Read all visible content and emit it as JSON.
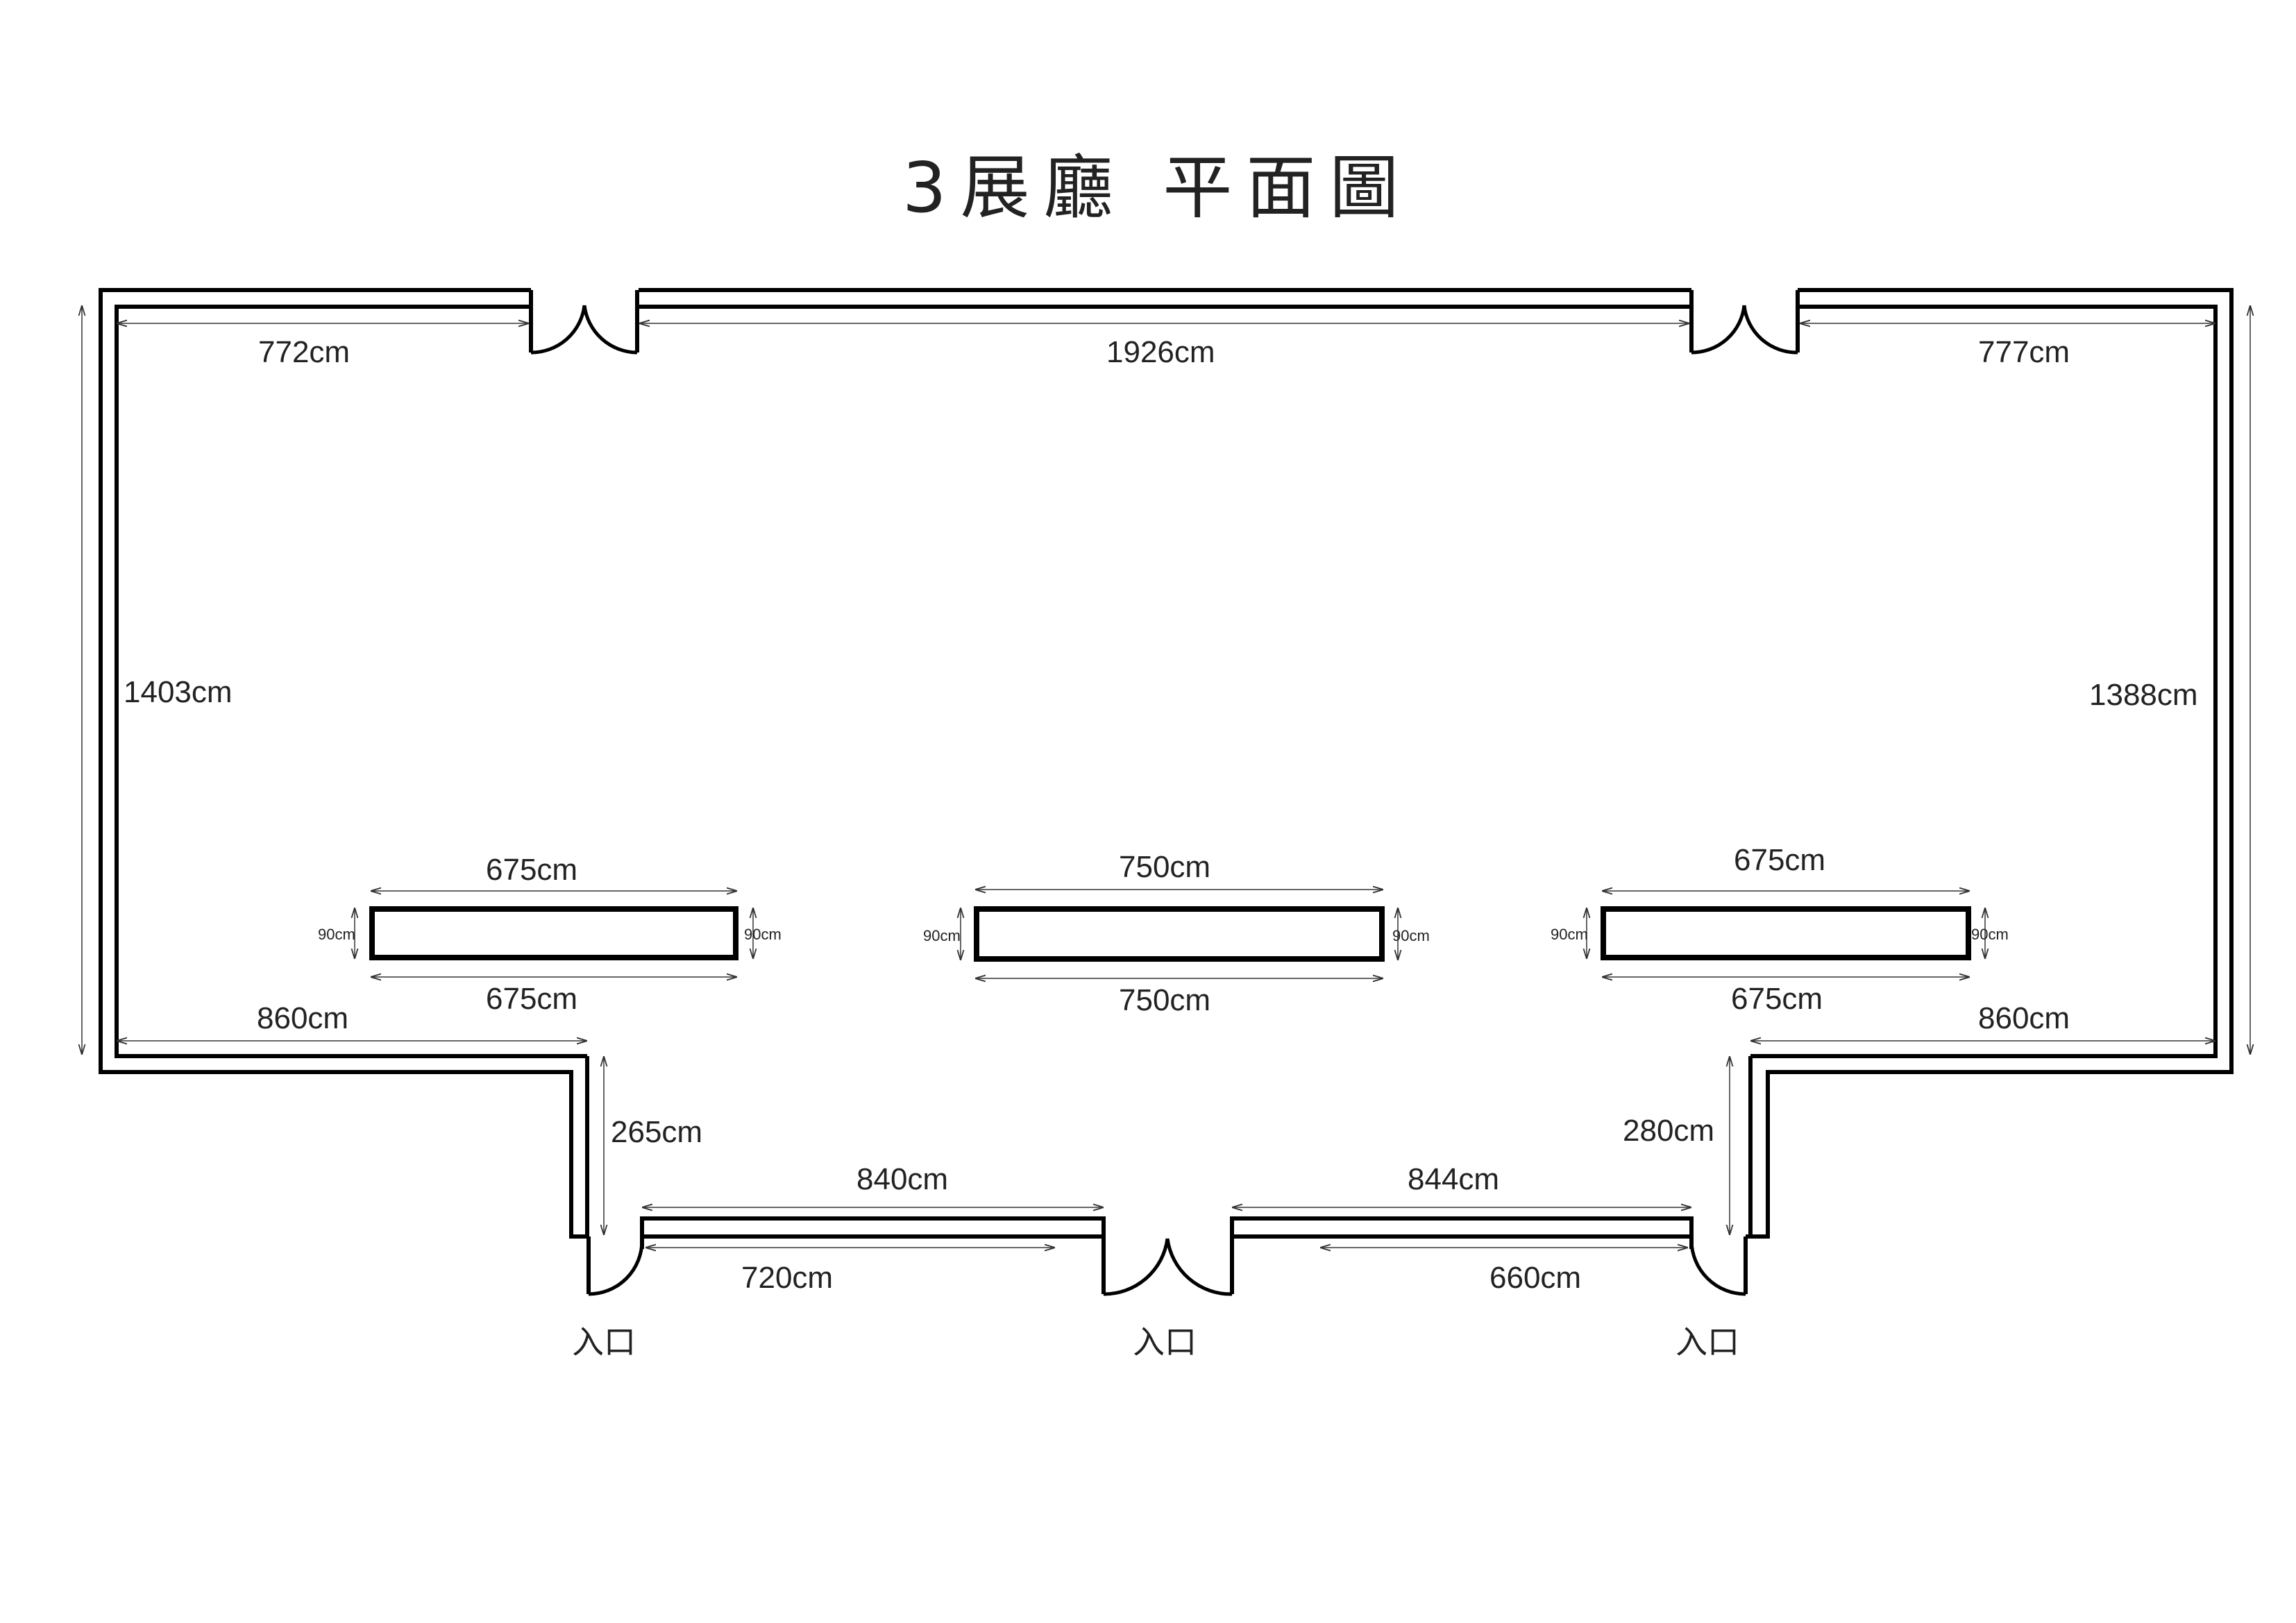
{
  "title": "3展廳  平面圖",
  "dimensions": {
    "top_left": "772cm",
    "top_middle": "1926cm",
    "top_right": "777cm",
    "left_height": "1403cm",
    "right_height": "1388cm",
    "bottom_left": "860cm",
    "bottom_right": "860cm",
    "left_step": "265cm",
    "right_step": "280cm",
    "front_left_outer": "840cm",
    "front_left_inner": "720cm",
    "front_right_outer": "844cm",
    "front_right_inner": "660cm"
  },
  "panels": [
    {
      "top_label": "675cm",
      "bottom_label": "675cm",
      "left_label": "90cm",
      "right_label": "90cm"
    },
    {
      "top_label": "750cm",
      "bottom_label": "750cm",
      "left_label": "90cm",
      "right_label": "90cm"
    },
    {
      "top_label": "675cm",
      "bottom_label": "675cm",
      "left_label": "90cm",
      "right_label": "90cm"
    }
  ],
  "entrances": [
    "入口",
    "入口",
    "入口"
  ]
}
